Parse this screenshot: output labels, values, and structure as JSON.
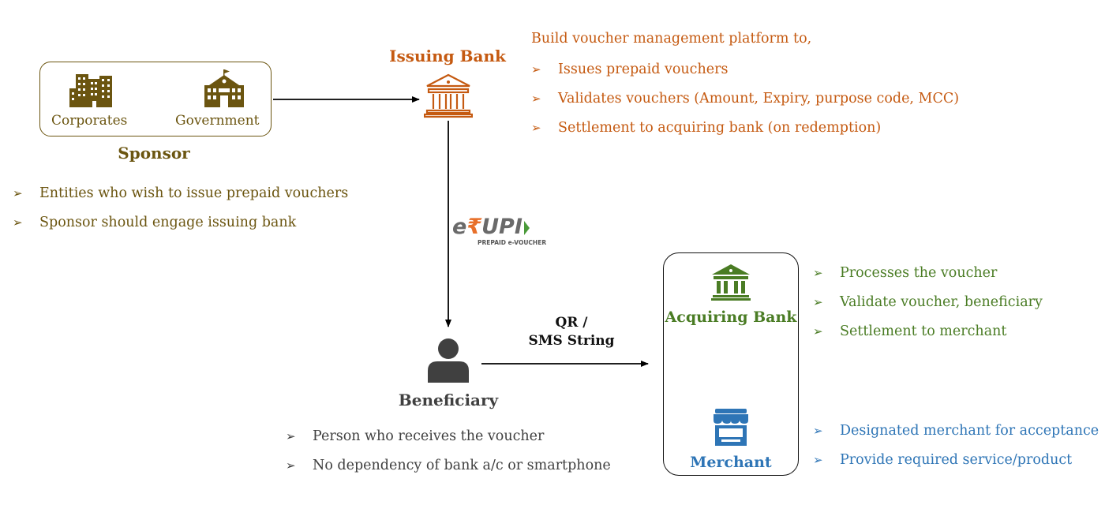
{
  "sponsor": {
    "entities": [
      {
        "label": "Corporates",
        "icon": "office-buildings-icon"
      },
      {
        "label": "Government",
        "icon": "government-building-icon"
      }
    ],
    "title": "Sponsor",
    "bullets": [
      "Entities who wish to issue prepaid vouchers",
      "Sponsor should engage issuing bank"
    ]
  },
  "issuing_bank": {
    "title": "Issuing Bank",
    "icon": "bank-icon",
    "intro": "Build voucher management platform to,",
    "bullets": [
      "Issues prepaid vouchers",
      "Validates vouchers (Amount, Expiry, purpose code, MCC)",
      "Settlement to acquiring bank (on redemption)"
    ]
  },
  "erupi": {
    "logo_text": "e₹UPI",
    "tagline": "PREPAID e-VOUCHER"
  },
  "beneficiary": {
    "title": "Beneficiary",
    "icon": "person-icon",
    "bullets": [
      "Person who receives the voucher",
      "No dependency of bank a/c or smartphone"
    ]
  },
  "flow": {
    "qr_label_line1": "QR /",
    "qr_label_line2": "SMS String"
  },
  "acquiring_bank": {
    "title": "Acquiring Bank",
    "icon": "bank-icon",
    "bullets": [
      "Processes the voucher",
      "Validate voucher, beneficiary",
      "Settlement to merchant"
    ]
  },
  "merchant": {
    "title": "Merchant",
    "icon": "storefront-icon",
    "bullets": [
      "Designated merchant for acceptance",
      "Provide required service/product"
    ]
  },
  "colors": {
    "sponsor": "#6b5510",
    "issuing": "#c55a11",
    "beneficiary": "#404040",
    "acquiring": "#4a7c24",
    "merchant": "#2e75b6"
  }
}
